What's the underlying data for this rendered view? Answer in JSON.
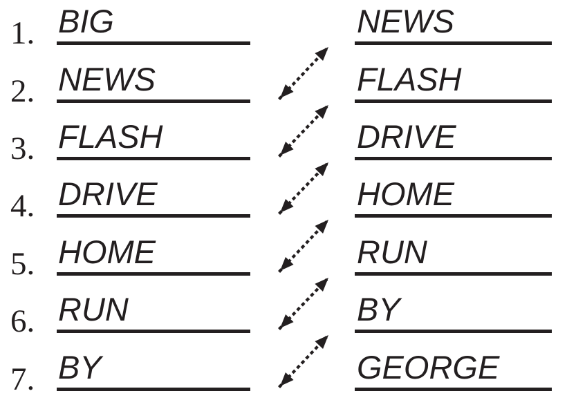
{
  "page": {
    "background_color": "#ffffff",
    "ink_color": "#231f20"
  },
  "puzzle": {
    "kind": "word-matching-worksheet",
    "left_column": {
      "items": [
        {
          "number": "1.",
          "word": "BIG"
        },
        {
          "number": "2.",
          "word": "NEWS"
        },
        {
          "number": "3.",
          "word": "FLASH"
        },
        {
          "number": "4.",
          "word": "DRIVE"
        },
        {
          "number": "5.",
          "word": "HOME"
        },
        {
          "number": "6.",
          "word": "RUN"
        },
        {
          "number": "7.",
          "word": "BY"
        }
      ]
    },
    "right_column": {
      "items": [
        {
          "word": "NEWS"
        },
        {
          "word": "FLASH"
        },
        {
          "word": "DRIVE"
        },
        {
          "word": "HOME"
        },
        {
          "word": "RUN"
        },
        {
          "word": "BY"
        },
        {
          "word": "GEORGE"
        }
      ]
    },
    "connector_style": "dotted double-headed diagonal arrow",
    "connections": [
      {
        "left_number": "2.",
        "left_word": "NEWS",
        "right_word": "NEWS"
      },
      {
        "left_number": "3.",
        "left_word": "FLASH",
        "right_word": "FLASH"
      },
      {
        "left_number": "4.",
        "left_word": "DRIVE",
        "right_word": "DRIVE"
      },
      {
        "left_number": "5.",
        "left_word": "HOME",
        "right_word": "HOME"
      },
      {
        "left_number": "6.",
        "left_word": "RUN",
        "right_word": "RUN"
      },
      {
        "left_number": "7.",
        "left_word": "BY",
        "right_word": "BY"
      }
    ]
  }
}
